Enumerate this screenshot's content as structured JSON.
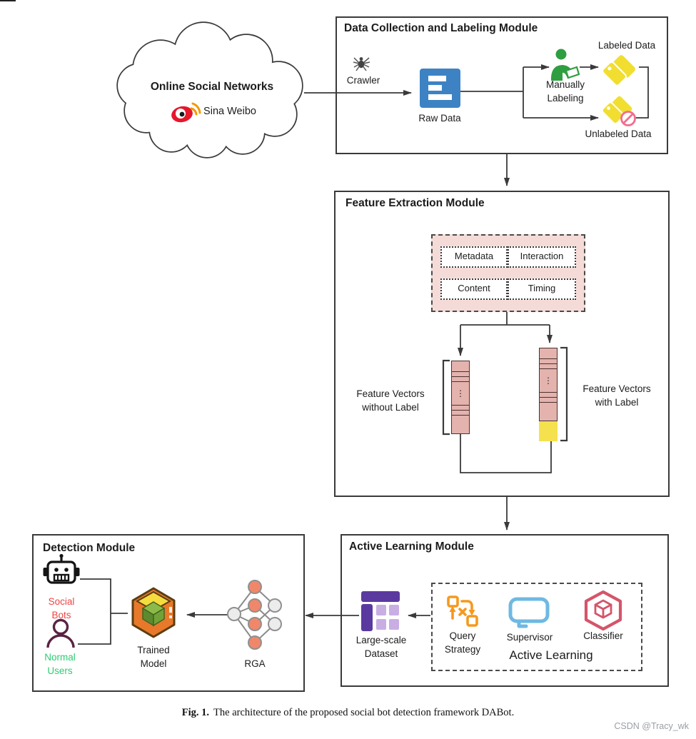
{
  "page": {
    "caption_label": "Fig. 1.",
    "caption_text": "The architecture of the proposed social bot detection framework DABot.",
    "watermark": "CSDN @Tracy_wk"
  },
  "cloud": {
    "title": "Online Social Networks",
    "subtitle": "Sina Weibo"
  },
  "data_collection": {
    "title": "Data Collection and Labeling Module",
    "crawler": "Crawler",
    "raw_data": "Raw Data",
    "manually_line1": "Manually",
    "manually_line2": "Labeling",
    "labeled": "Labeled Data",
    "unlabeled": "Unlabeled Data"
  },
  "feature_extraction": {
    "title": "Feature Extraction Module",
    "features": [
      "Metadata",
      "Interaction",
      "Content",
      "Timing"
    ],
    "vdots": "⋮",
    "left_vector_line1": "Feature Vectors",
    "left_vector_line2": "without Label",
    "right_vector_line1": "Feature Vectors",
    "right_vector_line2": "with Label"
  },
  "active_learning": {
    "title": "Active Learning Module",
    "dataset_line1": "Large-scale",
    "dataset_line2": "Dataset",
    "inner_title": "Active Learning",
    "query_line1": "Query",
    "query_line2": "Strategy",
    "supervisor": "Supervisor",
    "classifier": "Classifier"
  },
  "detection": {
    "title": "Detection Module",
    "bots_line1": "Social",
    "bots_line2": "Bots",
    "users_line1": "Normal",
    "users_line2": "Users",
    "trained_line1": "Trained",
    "trained_line2": "Model",
    "rga": "RGA"
  },
  "colors": {
    "line": "#3a3a3a",
    "weibo_red": "#e6162d",
    "raw_data_blue": "#3d83c4",
    "label_green": "#2f9e41",
    "tag_yellow": "#f1de30",
    "prohibit_pink": "#f26d8d",
    "pink_panel": "#f5dbd7",
    "vector_cell_pink": "#e4b3ae",
    "vector_cell_yellow": "#f5e14e",
    "dataset_purple_dark": "#5b3aa0",
    "dataset_purple_light": "#c9aee4",
    "query_orange": "#f5991e",
    "supervisor_blue": "#6fb9e2",
    "classifier_red": "#d4556a",
    "trained_orange": "#e8792a",
    "trained_green": "#8cba4a",
    "rga_node_orange": "#f1876a",
    "social_bots_red": "#ef4444",
    "normal_users_green": "#2ecc71"
  }
}
